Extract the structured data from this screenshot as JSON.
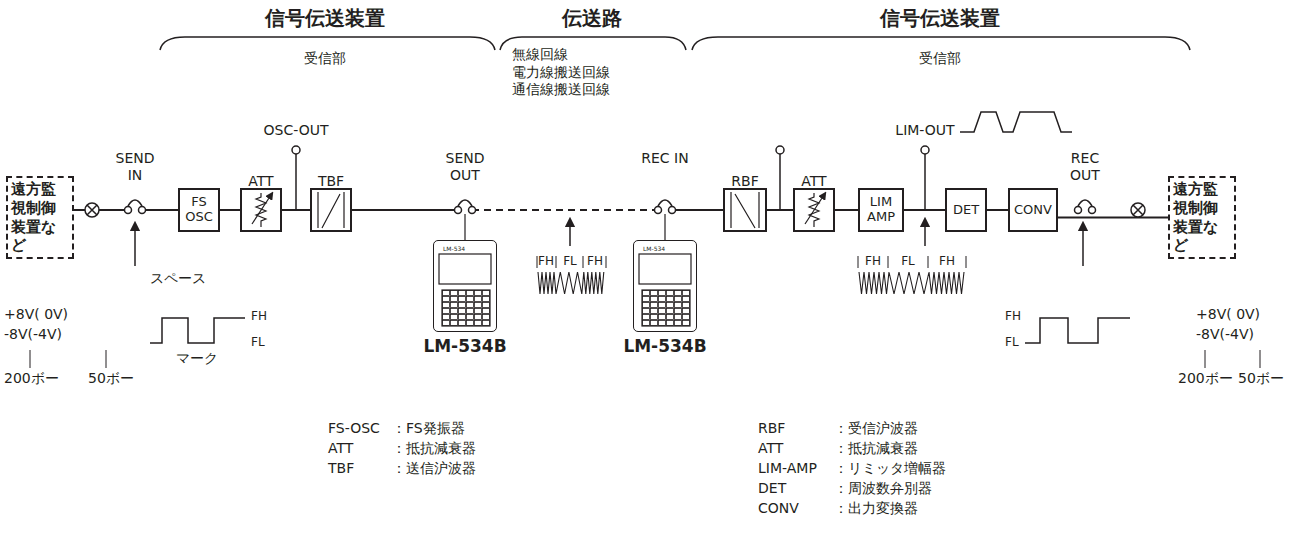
{
  "diagram": {
    "nodes": [
      {
        "text": [
          "遠方監視制御装置など"
        ]
      },
      {
        "text": [
          "FS OSC"
        ]
      },
      {
        "text": [
          "ATT"
        ]
      },
      {
        "text": [
          "TBF"
        ]
      },
      {
        "text": [
          "LM-534",
          "LM-534B"
        ]
      },
      {
        "text": [
          "LM-534",
          "LM-534B"
        ]
      },
      {
        "text": [
          "RBF"
        ]
      },
      {
        "text": [
          "ATT"
        ]
      },
      {
        "text": [
          "LIM AMP"
        ]
      },
      {
        "text": [
          "DET"
        ]
      },
      {
        "text": [
          "CONV"
        ]
      },
      {
        "text": [
          "遠方監視制御装置など"
        ]
      }
    ],
    "edges": [
      {
        "from": 0,
        "to": 1,
        "arrow": "none"
      },
      {
        "from": 1,
        "to": 2,
        "arrow": "none"
      },
      {
        "from": 2,
        "to": 3,
        "arrow": "none"
      },
      {
        "from": 3,
        "to": 6,
        "arrow": "none"
      },
      {
        "from": 6,
        "to": 7,
        "arrow": "none"
      },
      {
        "from": 7,
        "to": 8,
        "arrow": "none"
      },
      {
        "from": 8,
        "to": 9,
        "arrow": "none"
      },
      {
        "from": 9,
        "to": 10,
        "arrow": "none"
      },
      {
        "from": 10,
        "to": 11,
        "arrow": "none"
      }
    ],
    "labels": [
      "信号伝送装置",
      "受信部",
      "伝送路",
      "無線回線 電力線搬送回線 通信線搬送回線",
      "信号伝送装置",
      "受信部",
      "OSC-OUT",
      "SEND IN",
      "SEND OUT",
      "REC IN",
      "LIM-OUT",
      "REC OUT",
      "スペース",
      "+8V( 0V)",
      "-8V(-4V)",
      "200ボー",
      "50ボー",
      "マーク",
      "FH",
      "FL",
      "FH",
      "FL",
      "FH",
      "FH",
      "FL",
      "FH",
      "FH",
      "FL",
      "+8V( 0V)",
      "-8V(-4V)",
      "200ボー",
      "50ボー",
      "FS-OSC",
      "：FS発振器",
      "ATT",
      "：抵抗減衰器",
      "TBF",
      "：送信沪波器",
      "RBF",
      "：受信沪波器",
      "ATT",
      "：抵抗減衰器",
      "LIM-AMP",
      "：リミッタ増幅器",
      "DET",
      "：周波数弁別器",
      "CONV",
      "：出力変換器"
    ]
  }
}
